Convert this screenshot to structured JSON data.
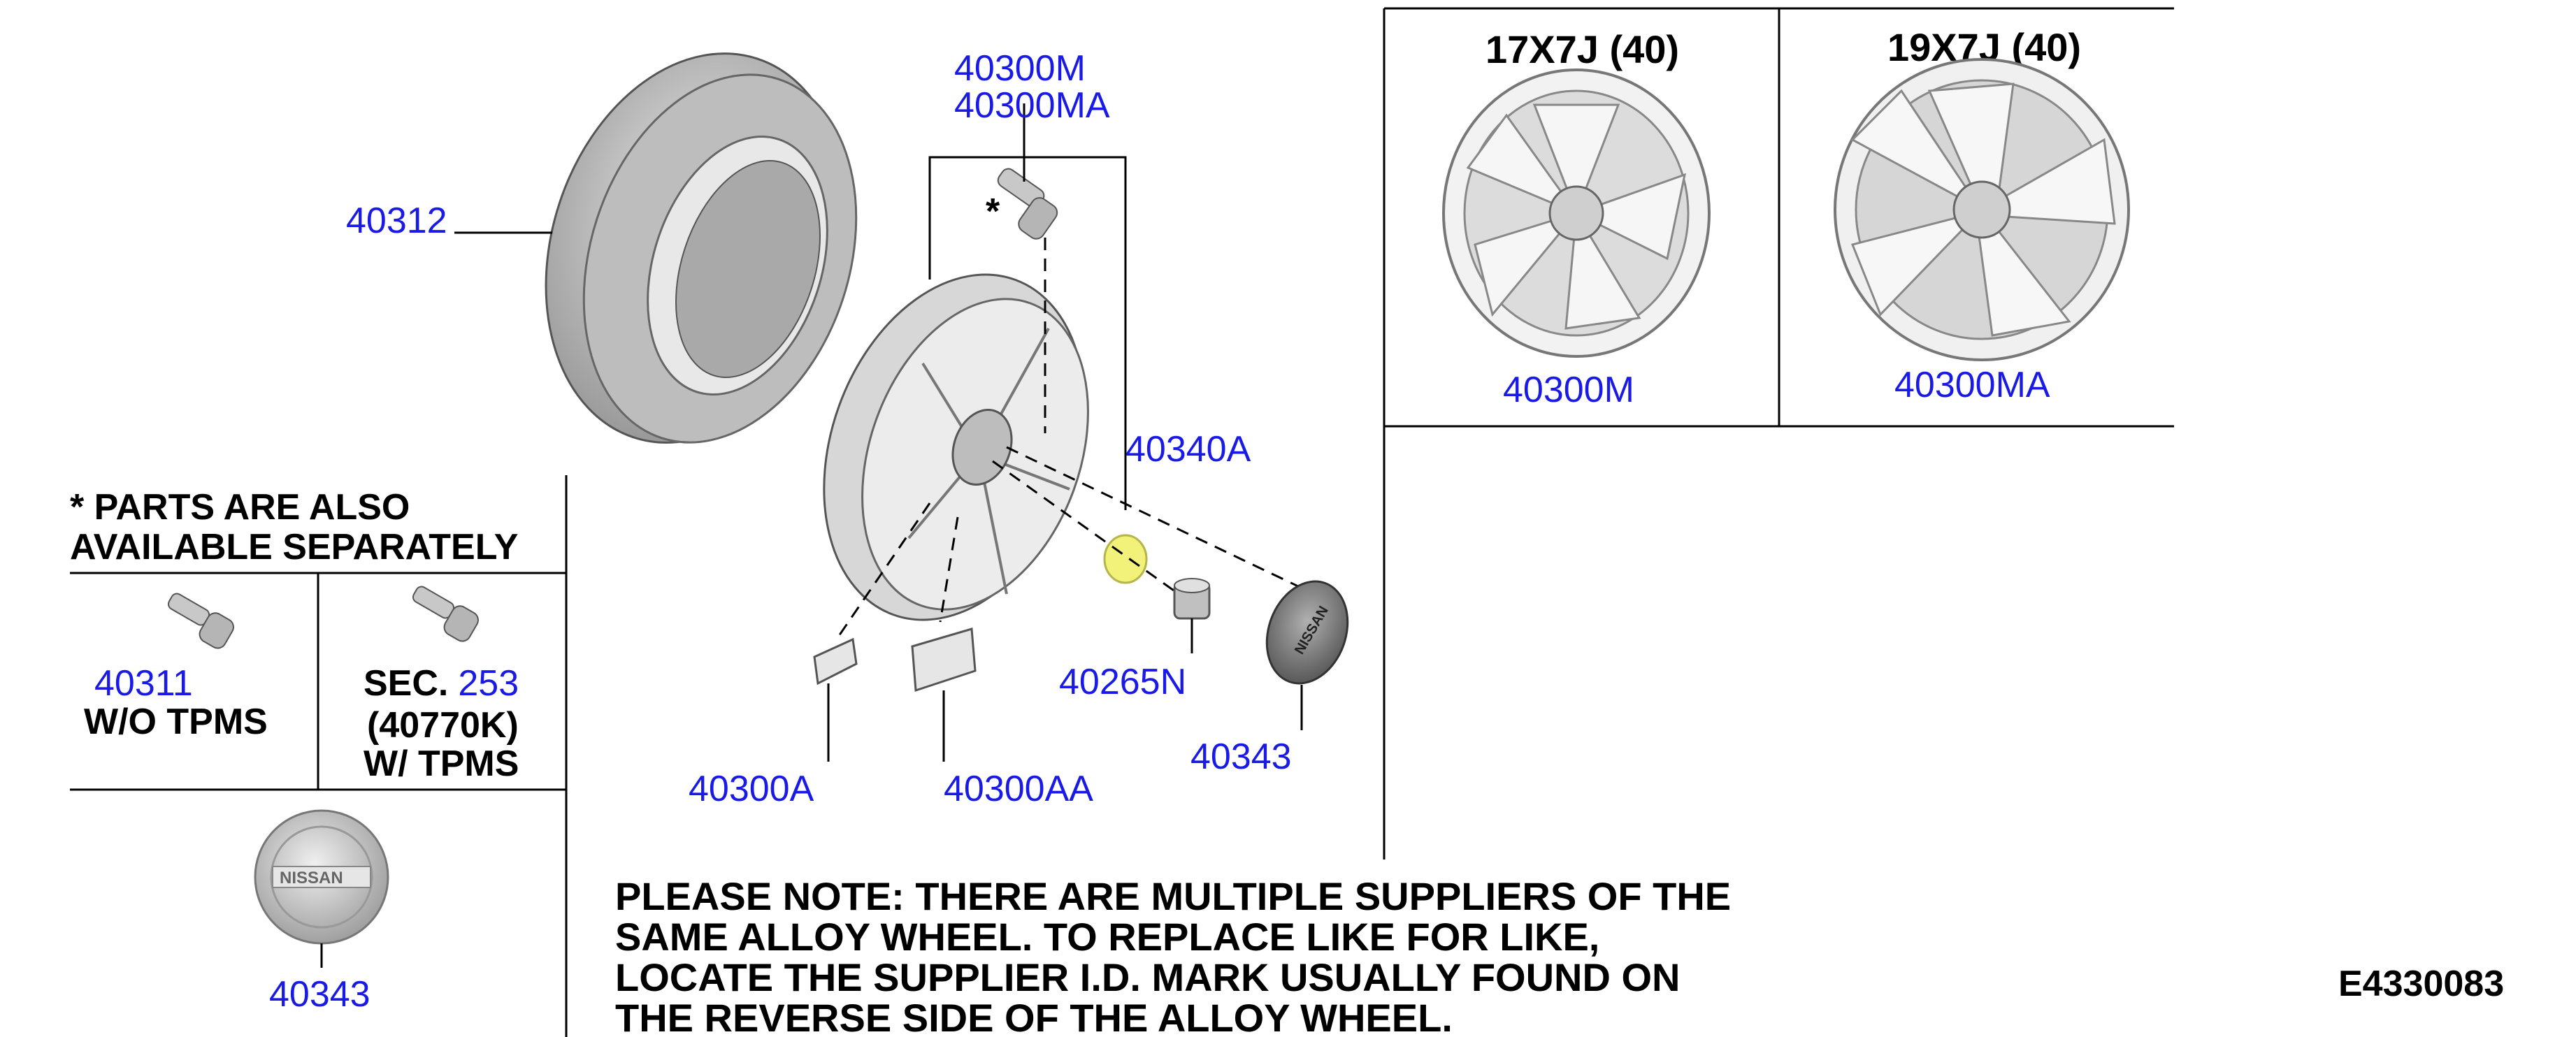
{
  "colors": {
    "label": "#1a1ae6",
    "text": "#000000",
    "part_fill": "#c8c8c8",
    "part_dark": "#8a8a8a",
    "highlight": "#f2f27a"
  },
  "parts": {
    "tire": "40312",
    "wheel_m": "40300M",
    "wheel_ma": "40300MA",
    "balance_weight": "40340A",
    "wheel_nut": "40265N",
    "center_cap": "40343",
    "weight_a": "40300A",
    "weight_aa": "40300AA"
  },
  "wheel_panel": {
    "left_title": "17X7J (40)",
    "left_part": "40300M",
    "right_title": "19X7J (40)",
    "right_part": "40300MA"
  },
  "separate_box": {
    "asterisk": "*",
    "line1": "* PARTS ARE ALSO",
    "line2": "AVAILABLE SEPARATELY",
    "valve_left_part": "40311",
    "valve_left_desc": "W/O TPMS",
    "sec_prefix": "SEC.",
    "sec_num": "253",
    "sec_ref": "(40770K)",
    "sec_desc": "W/ TPMS",
    "cap_part": "40343",
    "cap_brand": "NISSAN"
  },
  "note": {
    "line1": "PLEASE NOTE: THERE ARE MULTIPLE SUPPLIERS OF THE",
    "line2": "SAME ALLOY WHEEL. TO REPLACE LIKE FOR LIKE,",
    "line3": "LOCATE THE SUPPLIER I.D. MARK USUALLY FOUND ON",
    "line4": "THE REVERSE SIDE OF THE ALLOY WHEEL."
  },
  "diagram_code": "E4330083",
  "cap_brand_main": "NISSAN"
}
